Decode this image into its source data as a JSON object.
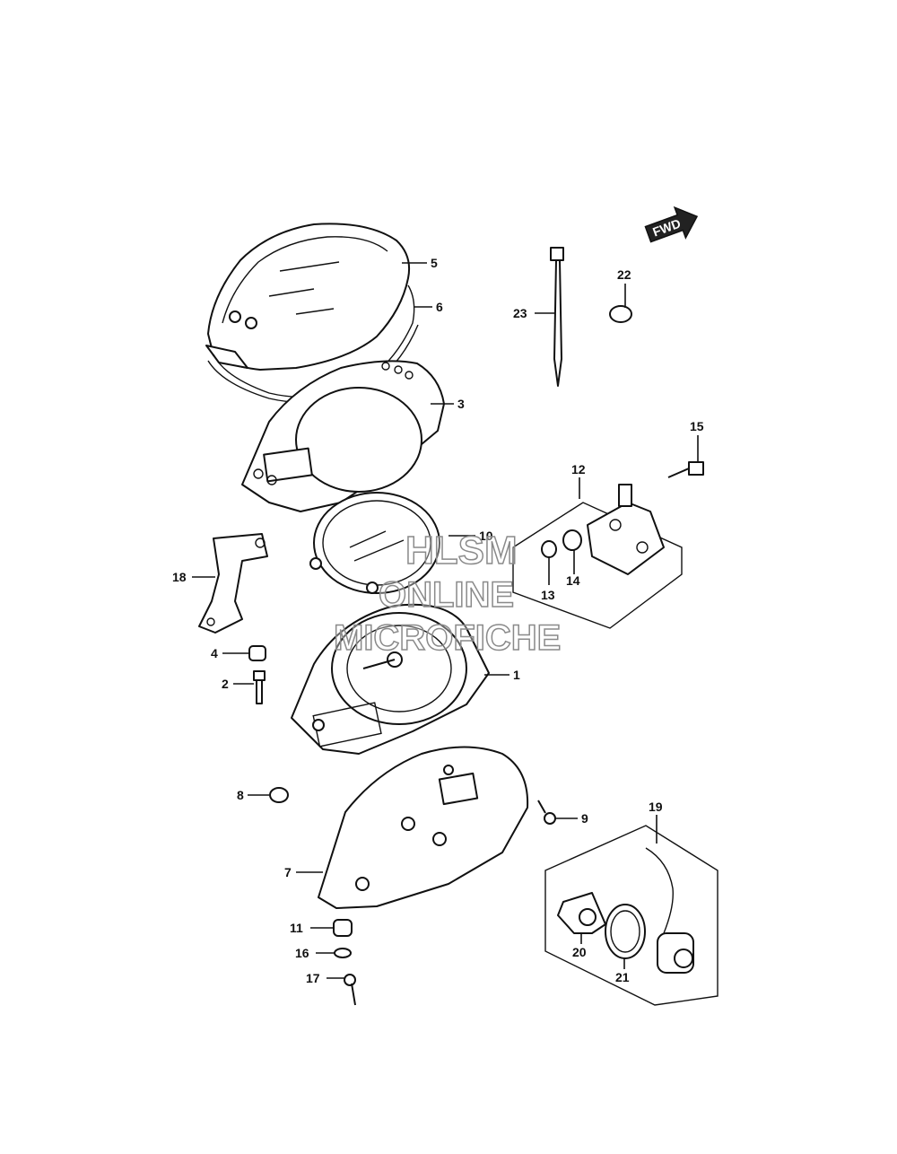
{
  "watermark": {
    "line1": "HLSM",
    "line2": "ONLINE",
    "line3": "MICROFICHE"
  },
  "direction_badge": {
    "text": "FWD"
  },
  "callouts": [
    {
      "id": "5",
      "text": "5"
    },
    {
      "id": "6",
      "text": "6"
    },
    {
      "id": "3",
      "text": "3"
    },
    {
      "id": "23",
      "text": "23"
    },
    {
      "id": "22",
      "text": "22"
    },
    {
      "id": "15",
      "text": "15"
    },
    {
      "id": "12",
      "text": "12"
    },
    {
      "id": "10",
      "text": "10"
    },
    {
      "id": "18",
      "text": "18"
    },
    {
      "id": "13",
      "text": "13"
    },
    {
      "id": "14",
      "text": "14"
    },
    {
      "id": "4",
      "text": "4"
    },
    {
      "id": "1",
      "text": "1"
    },
    {
      "id": "2",
      "text": "2"
    },
    {
      "id": "8",
      "text": "8"
    },
    {
      "id": "9",
      "text": "9"
    },
    {
      "id": "19",
      "text": "19"
    },
    {
      "id": "7",
      "text": "7"
    },
    {
      "id": "11",
      "text": "11"
    },
    {
      "id": "16",
      "text": "16"
    },
    {
      "id": "20",
      "text": "20"
    },
    {
      "id": "21",
      "text": "21"
    },
    {
      "id": "17",
      "text": "17"
    }
  ]
}
